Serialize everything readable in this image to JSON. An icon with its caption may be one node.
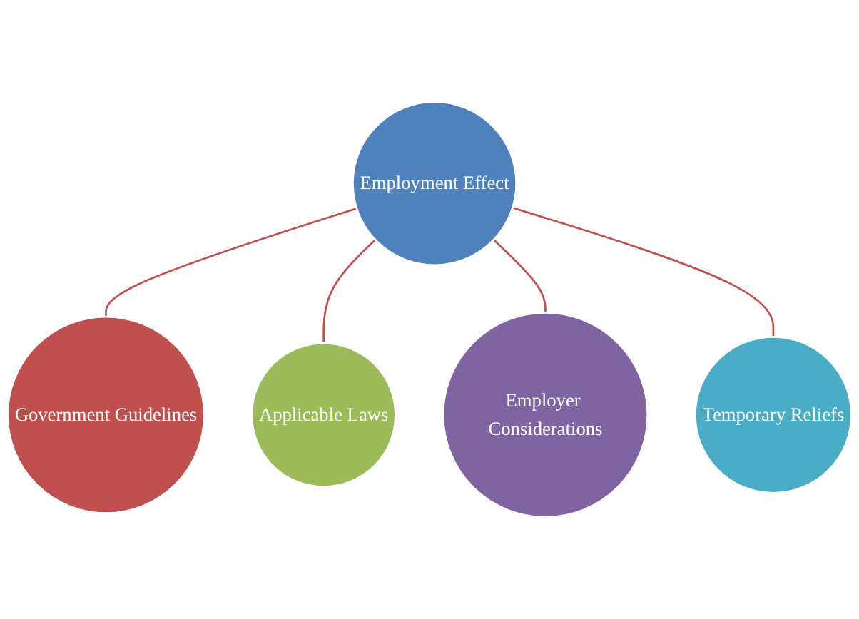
{
  "diagram": {
    "nodes": [
      {
        "text": [
          "Government Guidelines"
        ]
      },
      {
        "text": [
          "Temporary Reliefs"
        ]
      },
      {
        "text": [
          "Employment Effect"
        ]
      },
      {
        "text": [
          "Applicable Laws"
        ]
      },
      {
        "text": [
          "Employer Considerations"
        ]
      }
    ],
    "edges": [
      {
        "from": 2,
        "to": 0,
        "arrow": "none",
        "color": "#c0504d"
      },
      {
        "from": 2,
        "to": 3,
        "arrow": "none",
        "color": "#c0504d"
      },
      {
        "from": 2,
        "to": 4,
        "arrow": "none",
        "color": "#c0504d"
      },
      {
        "from": 2,
        "to": 1,
        "arrow": "none",
        "color": "#c0504d"
      }
    ]
  }
}
